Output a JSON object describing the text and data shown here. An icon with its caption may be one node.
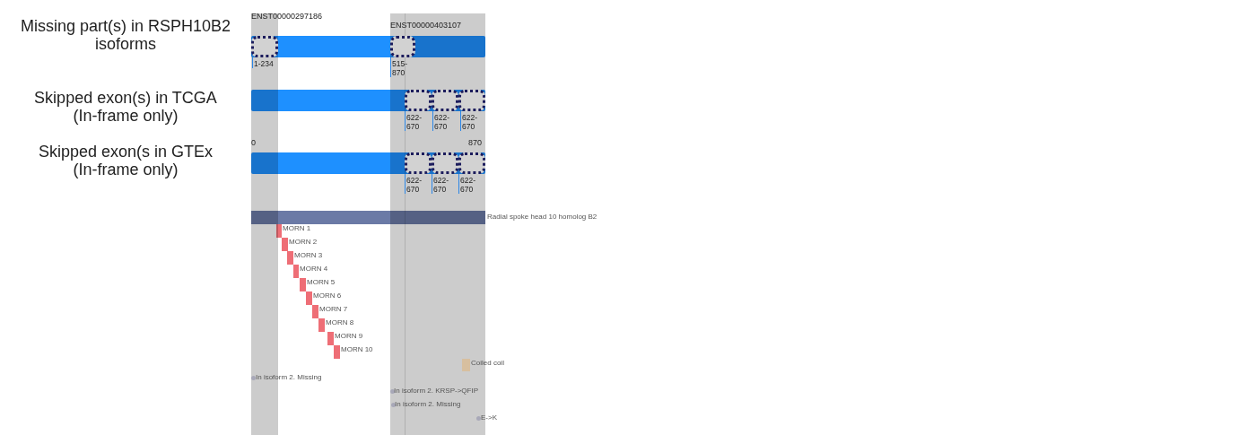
{
  "diagram": {
    "nodes": [
      {
        "text": [
          "ENST00000297186"
        ]
      },
      {
        "text": [
          "ENST00000403107"
        ]
      },
      {
        "text": [],
        "shape": "box",
        "in": 0
      },
      {
        "text": [
          "1-234"
        ],
        "in": 0
      },
      {
        "text": [],
        "shape": "box",
        "in": 1
      },
      {
        "text": [
          "515-870"
        ],
        "in": 1
      },
      {
        "text": [],
        "shape": "box",
        "in": 1
      },
      {
        "text": [
          "622-670"
        ],
        "in": 1
      },
      {
        "text": [],
        "shape": "box",
        "in": 1
      },
      {
        "text": [
          "622-670"
        ],
        "in": 1
      },
      {
        "text": [],
        "shape": "box",
        "in": 1
      },
      {
        "text": [
          "622-670"
        ],
        "in": 1
      },
      {
        "text": [],
        "shape": "box",
        "in": 1
      },
      {
        "text": [
          "622-670"
        ],
        "in": 1
      },
      {
        "text": [],
        "shape": "box",
        "in": 1
      },
      {
        "text": [
          "622-670"
        ],
        "in": 1
      },
      {
        "text": [],
        "shape": "box",
        "in": 1
      },
      {
        "text": [
          "622-670"
        ],
        "in": 1
      },
      {
        "text": [],
        "shape": "bar",
        "beside": [
          "Radial spoke head 10 homolog B2"
        ]
      },
      {
        "text": [],
        "shape": "bar",
        "beside": [
          "MORN 1"
        ]
      },
      {
        "text": [],
        "shape": "bar",
        "beside": [
          "MORN 2"
        ]
      },
      {
        "text": [],
        "shape": "bar",
        "beside": [
          "MORN 3"
        ]
      },
      {
        "text": [],
        "shape": "bar",
        "beside": [
          "MORN 4"
        ]
      },
      {
        "text": [],
        "shape": "bar",
        "beside": [
          "MORN 5"
        ]
      },
      {
        "text": [],
        "shape": "bar",
        "beside": [
          "MORN 6"
        ]
      },
      {
        "text": [],
        "shape": "bar",
        "beside": [
          "MORN 7"
        ]
      },
      {
        "text": [],
        "shape": "bar",
        "beside": [
          "MORN 8"
        ]
      },
      {
        "text": [],
        "shape": "bar",
        "beside": [
          "MORN 9"
        ]
      },
      {
        "text": [],
        "shape": "bar",
        "beside": [
          "MORN 10"
        ]
      },
      {
        "text": [],
        "shape": "bar",
        "in": 1,
        "beside": [
          "Coiled coil"
        ]
      },
      {
        "text": [],
        "shape": "circle",
        "in": 0,
        "beside": [
          "In isoform 2. Missing"
        ]
      },
      {
        "text": [],
        "shape": "circle",
        "in": 1,
        "beside": [
          "In isoform 2. KRSP->QFIP"
        ]
      },
      {
        "text": [],
        "shape": "circle",
        "in": 1,
        "beside": [
          "In isoform 2. Missing"
        ]
      },
      {
        "text": [],
        "shape": "circle",
        "in": 1,
        "beside": [
          "E->K"
        ]
      }
    ],
    "edges": [
      {
        "from": 3,
        "to": 2,
        "arrow": "none"
      },
      {
        "from": 5,
        "to": 4,
        "arrow": "none"
      },
      {
        "from": 7,
        "to": 6,
        "arrow": "none"
      },
      {
        "from": 9,
        "to": 8,
        "arrow": "none"
      },
      {
        "from": 11,
        "to": 10,
        "arrow": "none"
      },
      {
        "from": 13,
        "to": 12,
        "arrow": "none"
      },
      {
        "from": 15,
        "to": 14,
        "arrow": "none"
      },
      {
        "from": 17,
        "to": 16,
        "arrow": "none"
      }
    ],
    "labels": [
      "Missing part(s) in RSPH10B2 isoforms",
      "Skipped exon(s) in TCGA (In-frame only)",
      "0",
      "870",
      "Skipped exon(s in GTEx (In-frame only)"
    ]
  }
}
